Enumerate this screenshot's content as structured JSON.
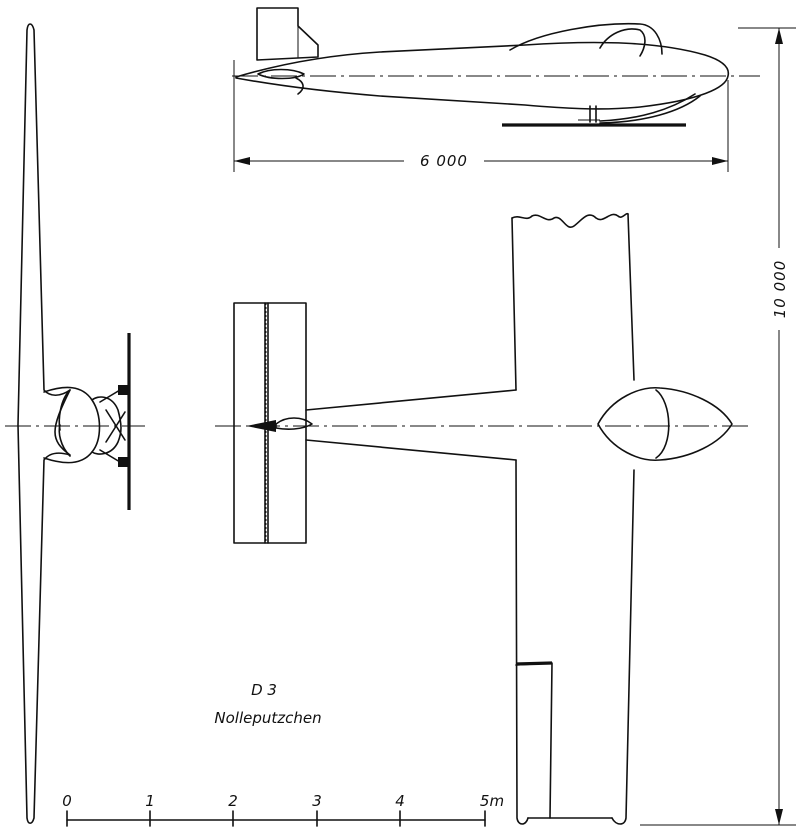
{
  "designation": "D 3",
  "aircraft_name": "Nolleputzchen",
  "dimensions": {
    "length": "6 000",
    "span": "10 000"
  },
  "scale_bar": {
    "labels": [
      "0",
      "1",
      "2",
      "3",
      "4",
      "5m"
    ]
  }
}
